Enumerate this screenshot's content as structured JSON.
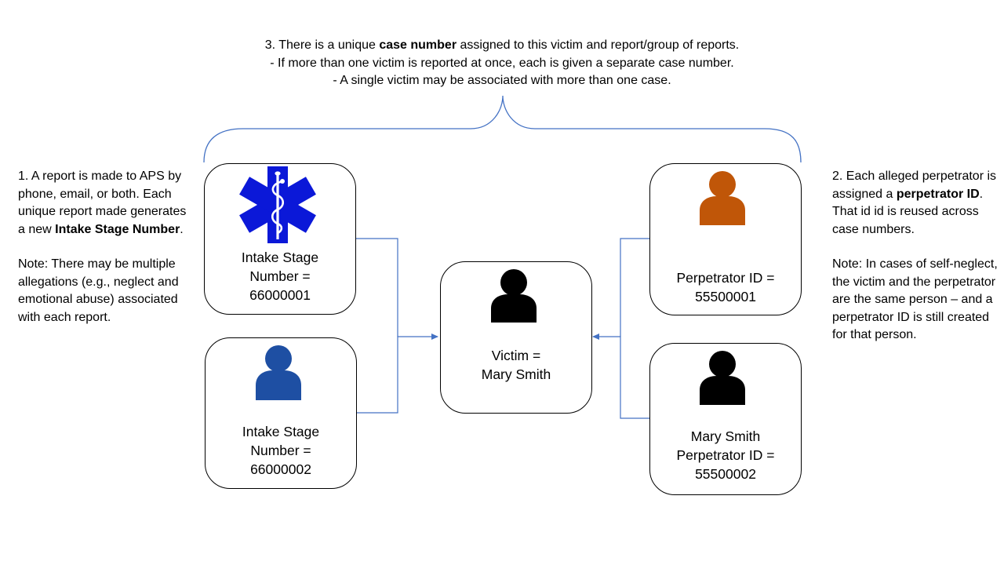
{
  "top_note": {
    "line1_pre": "3. There is a unique ",
    "line1_bold": "case number",
    "line1_post": " assigned to this victim and report/group of reports.",
    "line2": "- If more than one victim is reported at once, each is given a separate case number.",
    "line3": "- A single victim may be associated with more than one case."
  },
  "left_note": {
    "para1_pre": "1. A report is made to APS by phone, email, or both. Each unique report made generates a new ",
    "para1_bold": "Intake Stage Number",
    "para1_post": ".",
    "para2": "Note: There may be multiple allegations (e.g., neglect and emotional abuse) associated with each report."
  },
  "right_note": {
    "para1_pre": "2. Each alleged perpetrator is assigned a ",
    "para1_bold": "perpetrator ID",
    "para1_post": ". That id id is reused across case numbers.",
    "para2": "Note: In cases of self-neglect, the victim and the perpetrator are the same person – and a perpetrator ID is still created for that person."
  },
  "boxes": {
    "intake1": {
      "line1": "Intake Stage",
      "line2": "Number =",
      "line3": "66000001",
      "icon": "star-of-life-icon"
    },
    "intake2": {
      "line1": "Intake Stage",
      "line2": "Number =",
      "line3": "66000002",
      "icon": "person-icon"
    },
    "victim": {
      "line1": "Victim =",
      "line2": "Mary Smith",
      "icon": "person-icon"
    },
    "perp1": {
      "line1": "Perpetrator ID =",
      "line2": "55500001",
      "icon": "person-icon"
    },
    "perp2": {
      "line1": "Mary Smith",
      "line2": "Perpetrator ID =",
      "line3": "55500002",
      "icon": "person-icon"
    }
  },
  "colors": {
    "connector": "#4472c4",
    "star_of_life": "#0b18d8",
    "person_blue": "#1e4fa3",
    "person_orange": "#c05608",
    "person_black": "#000000"
  }
}
